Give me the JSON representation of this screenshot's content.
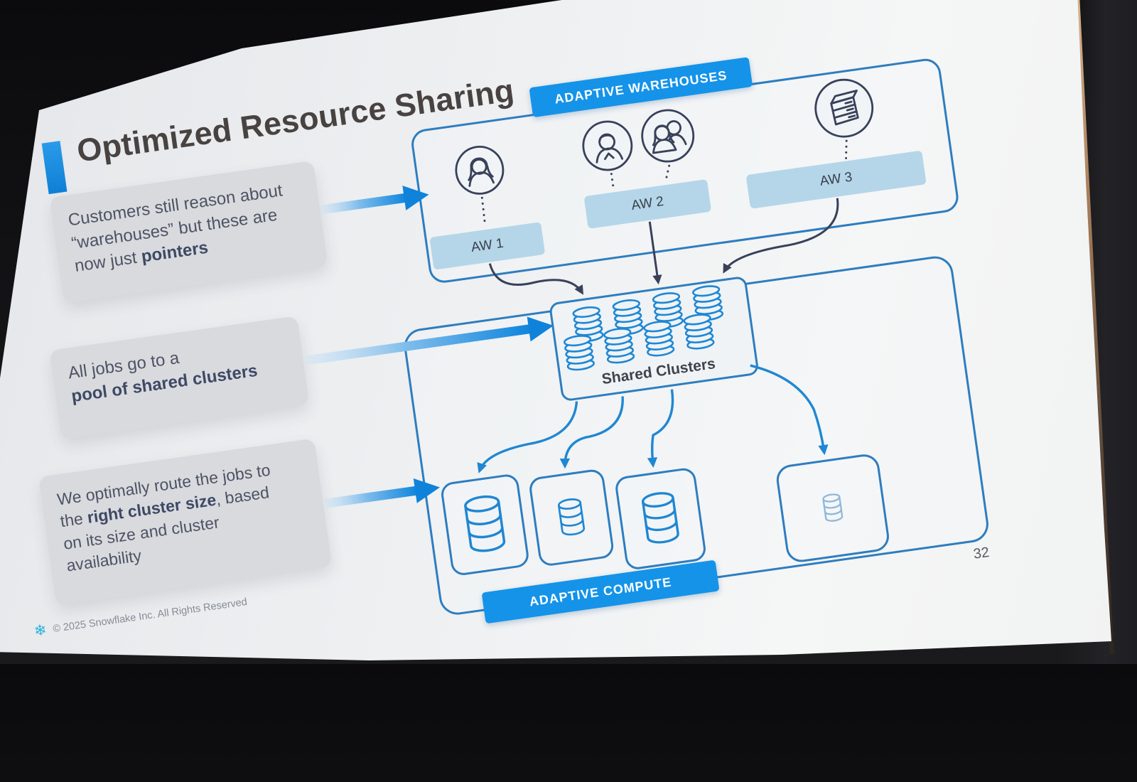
{
  "slide": {
    "title": "Optimized Resource Sharing",
    "page_number": "32",
    "footer_copyright": "© 2025 Snowflake Inc. All Rights Reserved",
    "footer_logo_icon": "snowflake-icon",
    "callouts": [
      {
        "id": "warehouses-are-pointers",
        "lines": [
          [
            {
              "t": "Customers still reason about",
              "b": 0
            }
          ],
          [
            {
              "t": "“warehouses” but these are",
              "b": 0
            }
          ],
          [
            {
              "t": "now just ",
              "b": 0
            },
            {
              "t": "pointers",
              "b": 1
            }
          ]
        ]
      },
      {
        "id": "jobs-to-shared-pool",
        "lines": [
          [
            {
              "t": "All jobs go to a",
              "b": 0
            }
          ],
          [
            {
              "t": "pool of shared clusters",
              "b": 1
            }
          ]
        ]
      },
      {
        "id": "optimal-routing",
        "lines": [
          [
            {
              "t": "We optimally route the jobs to",
              "b": 0
            }
          ],
          [
            {
              "t": "the ",
              "b": 0
            },
            {
              "t": "right cluster size",
              "b": 1
            },
            {
              "t": ", based",
              "b": 0
            }
          ],
          [
            {
              "t": "on its size and cluster",
              "b": 0
            }
          ],
          [
            {
              "t": "availability",
              "b": 0
            }
          ]
        ]
      }
    ],
    "diagram": {
      "warehouses_banner": "ADAPTIVE WAREHOUSES",
      "compute_banner": "ADAPTIVE COMPUTE",
      "shared_clusters_label": "Shared Clusters",
      "warehouse_chips": [
        {
          "label": "AW 1",
          "icons": [
            "user-female-icon"
          ]
        },
        {
          "label": "AW 2",
          "icons": [
            "user-male-icon",
            "users-pair-icon"
          ]
        },
        {
          "label": "AW 3",
          "icons": [
            "server-icon"
          ]
        }
      ],
      "shared_cluster_stacks": 8,
      "compute_clusters": [
        {
          "size": "large",
          "icon": "database-icon"
        },
        {
          "size": "small",
          "icon": "database-icon"
        },
        {
          "size": "large",
          "icon": "database-icon"
        },
        {
          "size": "tiny",
          "icon": "database-icon"
        }
      ]
    },
    "colors": {
      "banner_blue": "#1493e9",
      "diagram_line_blue": "#2e7dbf",
      "database_blue": "#1f87d3",
      "chip_blue": "#b5d6e9",
      "icon_navy": "#39415a",
      "accent_blue": "#1487dd"
    }
  }
}
